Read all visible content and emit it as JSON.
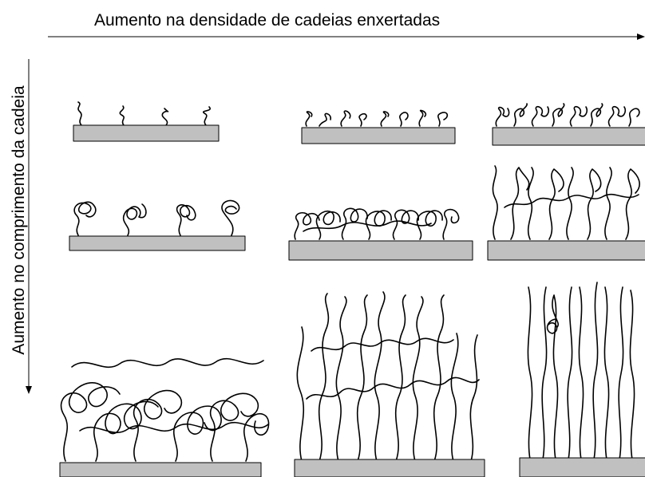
{
  "labels": {
    "horizontal_axis": "Aumento na densidade de cadeias enxertadas",
    "vertical_axis": "Aumento no comprimento da cadeia"
  },
  "colors": {
    "substrate_fill": "#c0c0c0",
    "substrate_stroke": "#000000",
    "chain_stroke": "#000000"
  },
  "grid": {
    "rows": [
      {
        "name": "short-chains",
        "panels": [
          "low-density",
          "medium-density",
          "high-density"
        ]
      },
      {
        "name": "medium-chains",
        "panels": [
          "low-density",
          "medium-density",
          "high-density"
        ]
      },
      {
        "name": "long-chains",
        "panels": [
          "low-density",
          "medium-density",
          "high-density"
        ]
      }
    ]
  }
}
